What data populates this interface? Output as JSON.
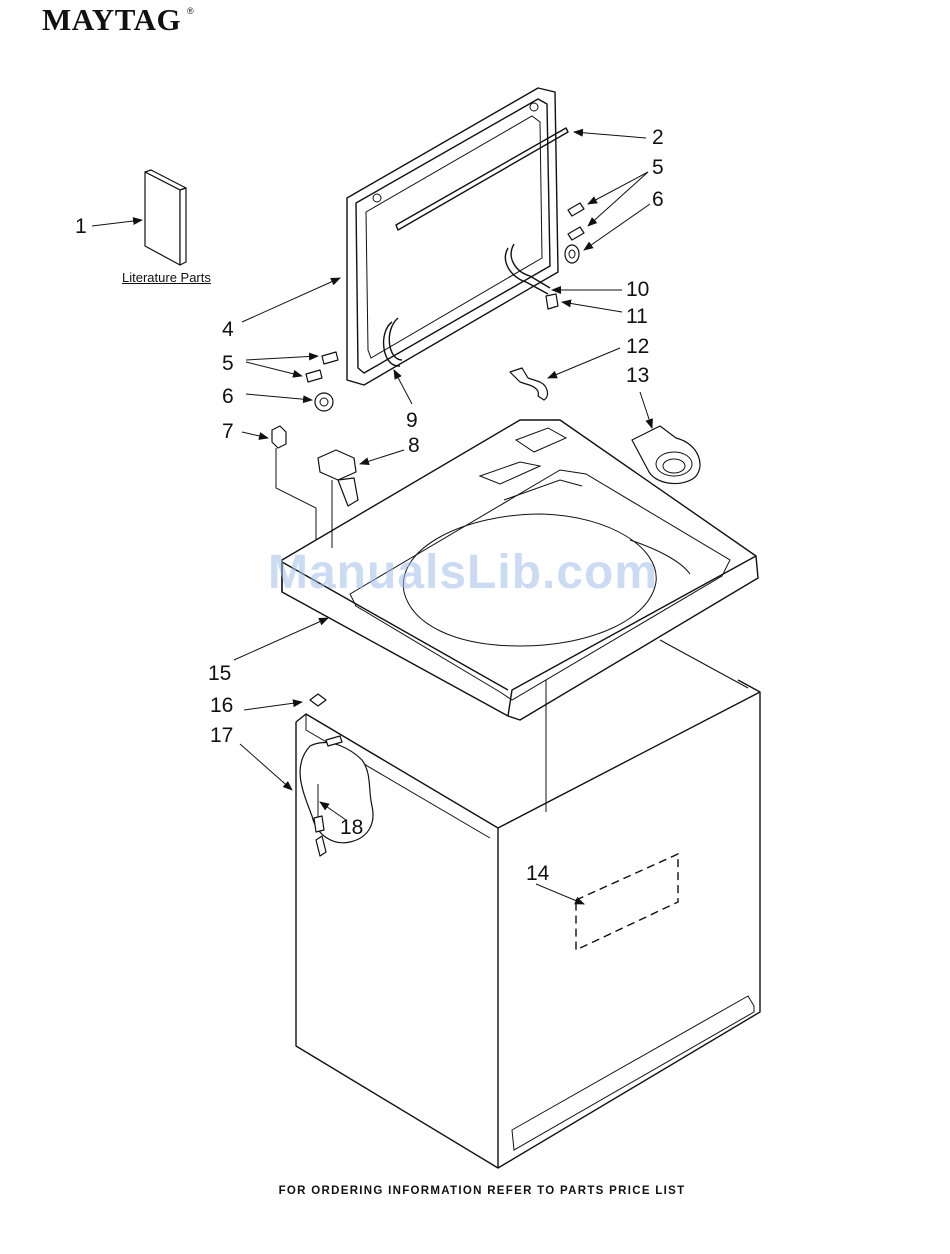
{
  "header": {
    "brand": "MAYTAG",
    "brand_mark": "®"
  },
  "literature_label": "Literature Parts",
  "callouts": [
    "1",
    "2",
    "4",
    "5",
    "6",
    "5",
    "6",
    "7",
    "8",
    "9",
    "10",
    "11",
    "12",
    "13",
    "14",
    "15",
    "16",
    "17",
    "18"
  ],
  "watermark": "ManualsLib.com",
  "footer": "FOR ORDERING INFORMATION REFER TO PARTS PRICE LIST"
}
